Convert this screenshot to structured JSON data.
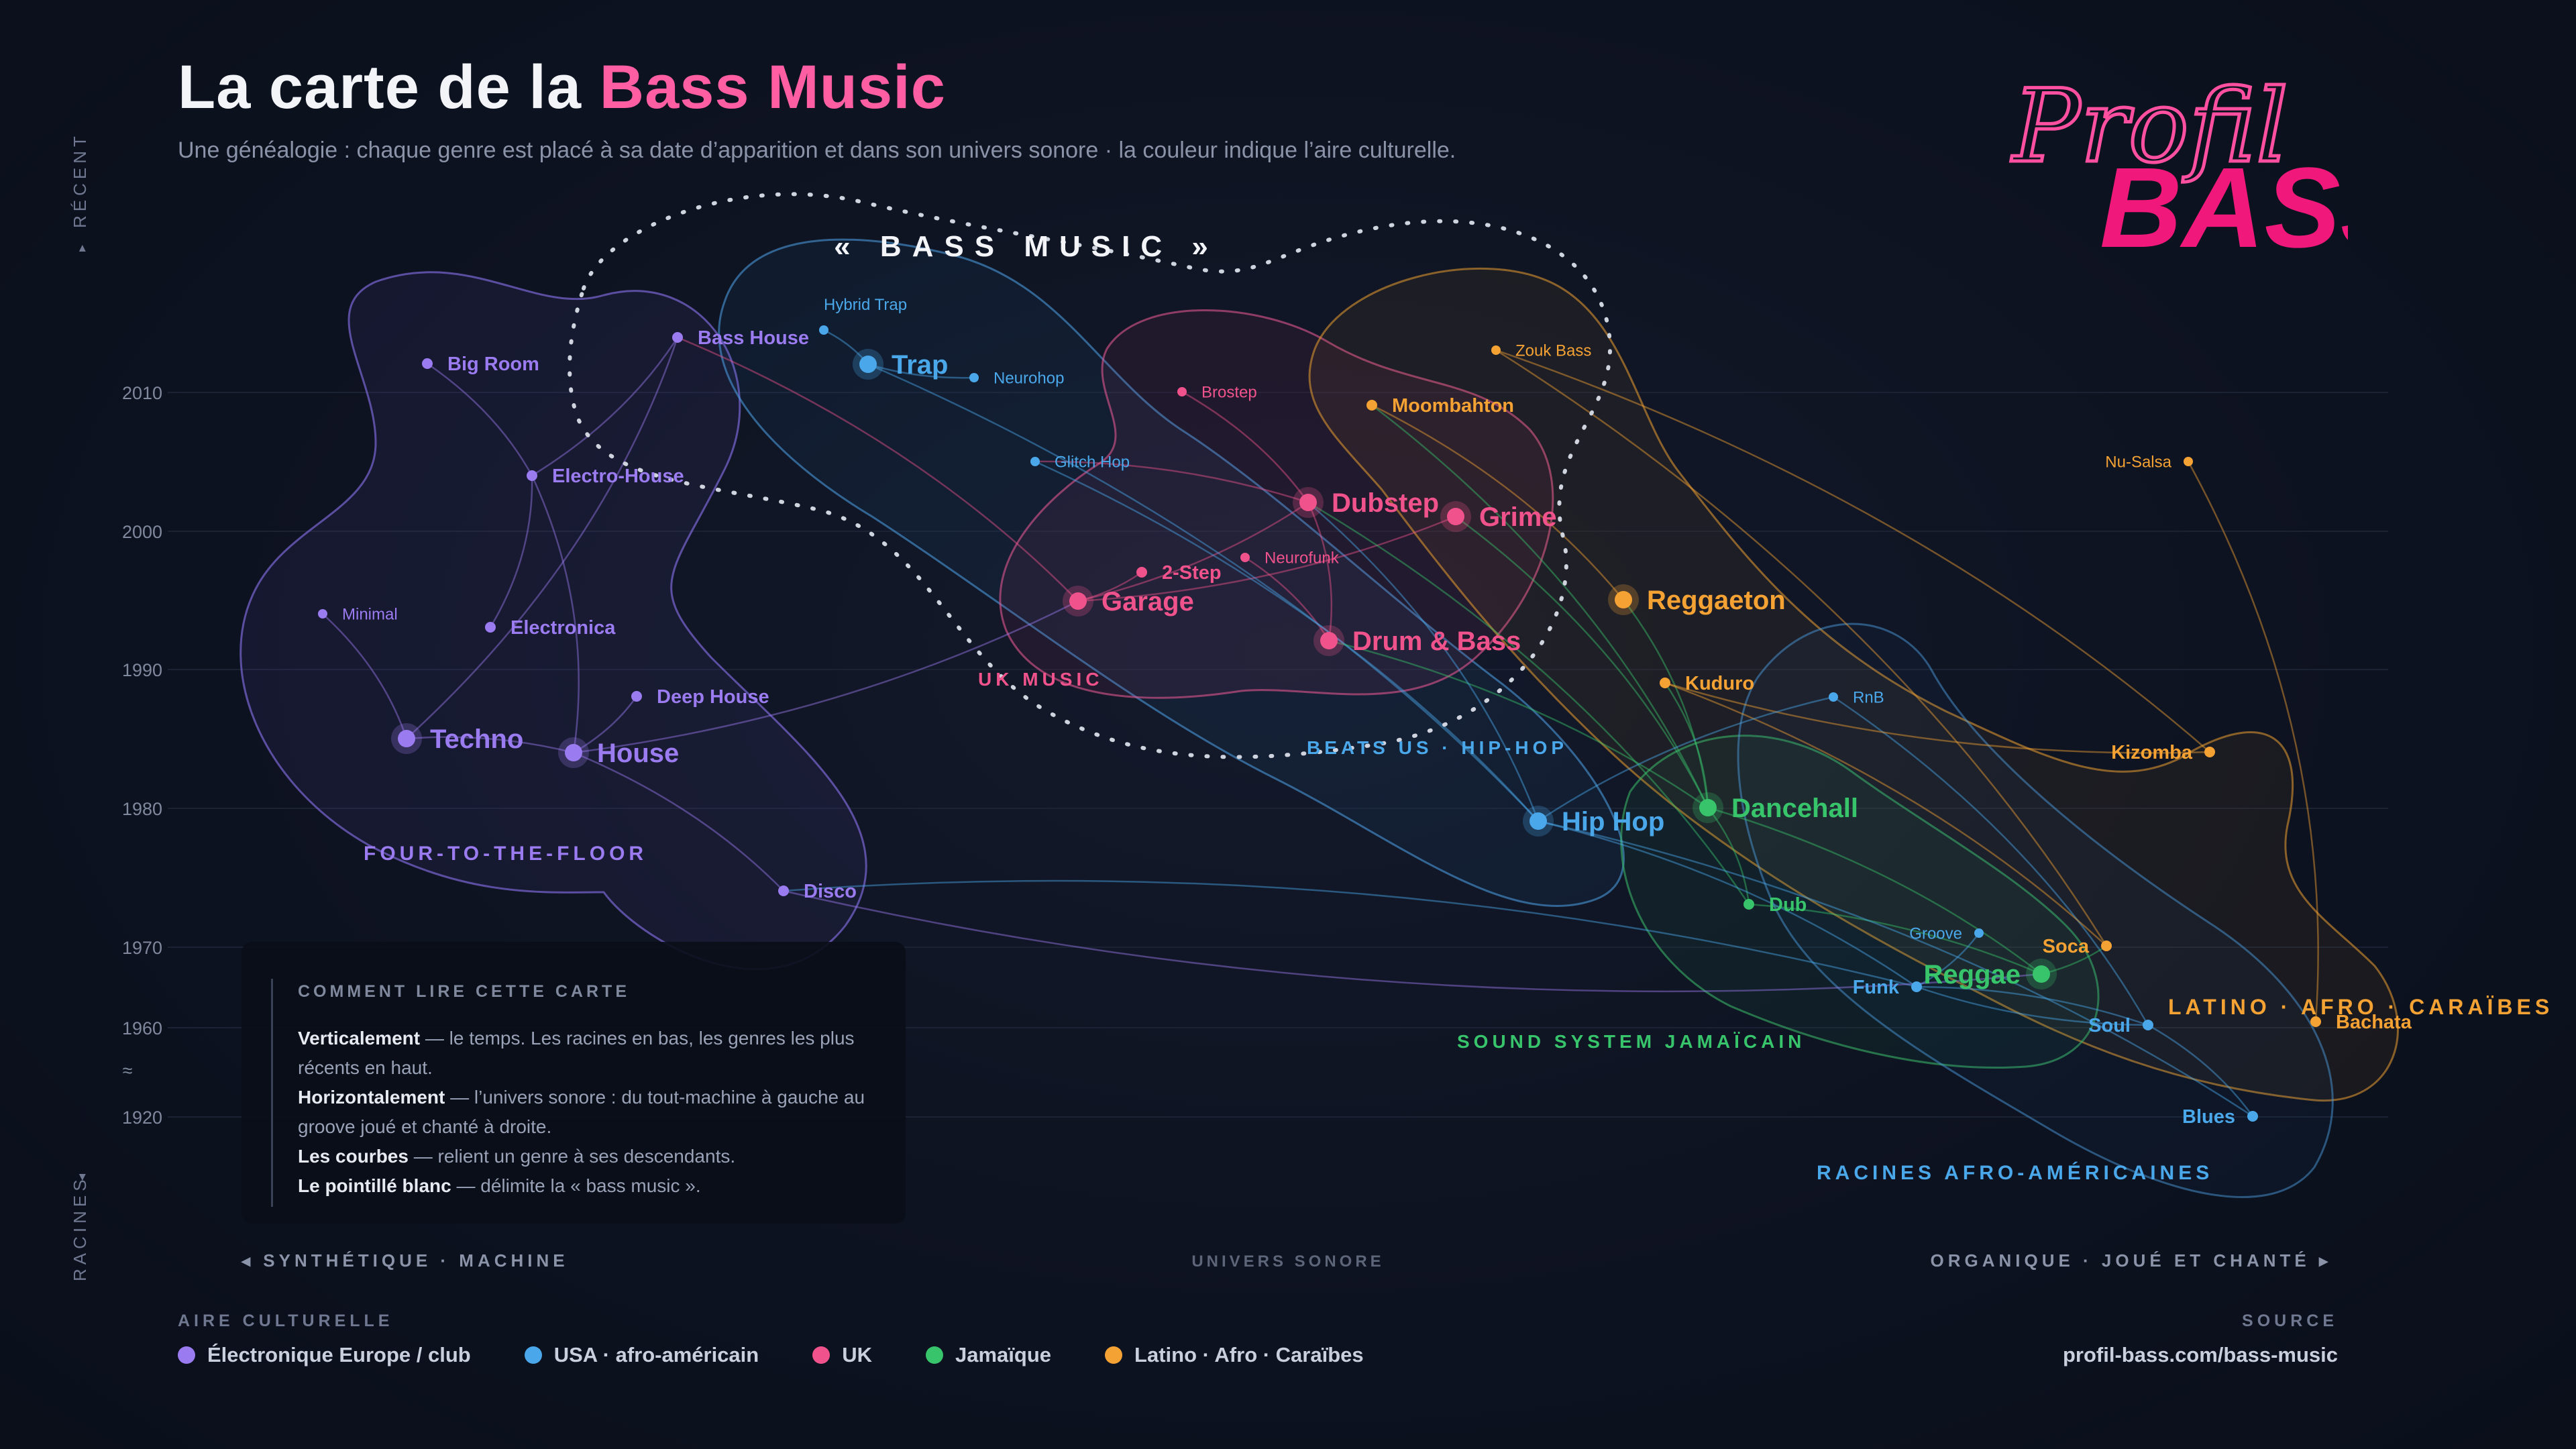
{
  "header": {
    "title_main": "La carte de la ",
    "title_accent": "Bass Music",
    "subtitle": "Une généalogie : chaque genre est placé à sa date d’apparition et dans son univers sonore · la couleur indique l’aire culturelle."
  },
  "logo": {
    "line1": "Profil",
    "line2": "BASS"
  },
  "colors": {
    "electro": "#9b7bf0",
    "usa": "#4aa8ea",
    "uk": "#f0538c",
    "jamaica": "#37c46b",
    "latino": "#f5a234",
    "bass_boundary": "#cfd4de",
    "background": "#0d1220"
  },
  "y_axis": {
    "top_label": "RÉCENT",
    "bottom_label": "RACINES",
    "ticks": [
      "2010",
      "2000",
      "1990",
      "1980",
      "1970",
      "1960",
      "≈",
      "1920"
    ]
  },
  "x_axis": {
    "left_label": "◂ SYNTHÉTIQUE · MACHINE",
    "center_label": "UNIVERS SONORE",
    "right_label": "ORGANIQUE · JOUÉ ET CHANTÉ ▸"
  },
  "bass_music_label": "« BASS MUSIC »",
  "regions": {
    "four_to_the_floor": "FOUR-TO-THE-FLOOR",
    "uk_music": "UK MUSIC",
    "beats_us": "BEATS US · HIP-HOP",
    "sound_system": "SOUND SYSTEM JAMAÏCAIN",
    "latino_afro": "LATINO · AFRO · CARAÏBES",
    "racines": "RACINES AFRO-AMÉRICAINES"
  },
  "genres": [
    {
      "name": "Big Room",
      "area": "electro",
      "size": "m"
    },
    {
      "name": "Bass House",
      "area": "electro",
      "size": "m"
    },
    {
      "name": "Electro-House",
      "area": "electro",
      "size": "m"
    },
    {
      "name": "Minimal",
      "area": "electro",
      "size": "s"
    },
    {
      "name": "Electronica",
      "area": "electro",
      "size": "m"
    },
    {
      "name": "Deep House",
      "area": "electro",
      "size": "m"
    },
    {
      "name": "Techno",
      "area": "electro",
      "size": "l"
    },
    {
      "name": "House",
      "area": "electro",
      "size": "l"
    },
    {
      "name": "Disco",
      "area": "electro",
      "size": "m"
    },
    {
      "name": "Hybrid Trap",
      "area": "usa",
      "size": "s"
    },
    {
      "name": "Trap",
      "area": "usa",
      "size": "l"
    },
    {
      "name": "Neurohop",
      "area": "usa",
      "size": "s"
    },
    {
      "name": "Glitch Hop",
      "area": "usa",
      "size": "s"
    },
    {
      "name": "Hip Hop",
      "area": "usa",
      "size": "l"
    },
    {
      "name": "RnB",
      "area": "usa",
      "size": "s"
    },
    {
      "name": "Groove",
      "area": "usa",
      "size": "s"
    },
    {
      "name": "Funk",
      "area": "usa",
      "size": "m"
    },
    {
      "name": "Soul",
      "area": "usa",
      "size": "m"
    },
    {
      "name": "Blues",
      "area": "usa",
      "size": "m"
    },
    {
      "name": "Brostep",
      "area": "uk",
      "size": "s"
    },
    {
      "name": "Dubstep",
      "area": "uk",
      "size": "l"
    },
    {
      "name": "Grime",
      "area": "uk",
      "size": "l"
    },
    {
      "name": "Neurofunk",
      "area": "uk",
      "size": "s"
    },
    {
      "name": "2-Step",
      "area": "uk",
      "size": "m"
    },
    {
      "name": "Garage",
      "area": "uk",
      "size": "l"
    },
    {
      "name": "Drum & Bass",
      "area": "uk",
      "size": "l"
    },
    {
      "name": "Dancehall",
      "area": "jamaica",
      "size": "l"
    },
    {
      "name": "Dub",
      "area": "jamaica",
      "size": "m"
    },
    {
      "name": "Reggae",
      "area": "jamaica",
      "size": "l"
    },
    {
      "name": "Zouk Bass",
      "area": "latino",
      "size": "s"
    },
    {
      "name": "Moombahton",
      "area": "latino",
      "size": "m"
    },
    {
      "name": "Reggaeton",
      "area": "latino",
      "size": "l"
    },
    {
      "name": "Kuduro",
      "area": "latino",
      "size": "m"
    },
    {
      "name": "Nu-Salsa",
      "area": "latino",
      "size": "s"
    },
    {
      "name": "Kizomba",
      "area": "latino",
      "size": "m"
    },
    {
      "name": "Soca",
      "area": "latino",
      "size": "m"
    },
    {
      "name": "Bachata",
      "area": "latino",
      "size": "m"
    }
  ],
  "links": [
    [
      "Disco",
      "House"
    ],
    [
      "House",
      "Techno"
    ],
    [
      "House",
      "Deep House"
    ],
    [
      "House",
      "Electro-House"
    ],
    [
      "Techno",
      "Minimal"
    ],
    [
      "Electro-House",
      "Big Room"
    ],
    [
      "Electro-House",
      "Bass House"
    ],
    [
      "Garage",
      "Bass House"
    ],
    [
      "Garage",
      "2-Step"
    ],
    [
      "Garage",
      "Dubstep"
    ],
    [
      "Garage",
      "Grime"
    ],
    [
      "Dubstep",
      "Brostep"
    ],
    [
      "Dubstep",
      "Glitch Hop"
    ],
    [
      "Drum & Bass",
      "Neurofunk"
    ],
    [
      "Drum & Bass",
      "Dubstep"
    ],
    [
      "Hip Hop",
      "Trap"
    ],
    [
      "Hip Hop",
      "Glitch Hop"
    ],
    [
      "Trap",
      "Hybrid Trap"
    ],
    [
      "Trap",
      "Neurohop"
    ],
    [
      "Dancehall",
      "Moombahton"
    ],
    [
      "Dancehall",
      "Reggaeton"
    ],
    [
      "Dancehall",
      "Grime"
    ],
    [
      "Dancehall",
      "Drum & Bass"
    ],
    [
      "Dancehall",
      "Kuduro"
    ],
    [
      "Dub",
      "Dancehall"
    ],
    [
      "Dub",
      "Dubstep"
    ],
    [
      "Reggae",
      "Dub"
    ],
    [
      "Reggae",
      "Dancehall"
    ],
    [
      "Funk",
      "Hip Hop"
    ],
    [
      "Funk",
      "Disco"
    ],
    [
      "Funk",
      "Groove"
    ],
    [
      "Soul",
      "Funk"
    ],
    [
      "Soul",
      "RnB"
    ],
    [
      "Blues",
      "Soul"
    ],
    [
      "Soca",
      "Zouk Bass"
    ],
    [
      "Soca",
      "Kuduro"
    ],
    [
      "Bachata",
      "Nu-Salsa"
    ],
    [
      "Kizomba",
      "Zouk Bass"
    ],
    [
      "Reggaeton",
      "Moombahton"
    ],
    [
      "Techno",
      "Bass House"
    ],
    [
      "House",
      "Garage"
    ],
    [
      "Hip Hop",
      "Dubstep"
    ],
    [
      "Funk",
      "Soul"
    ],
    [
      "Reggae",
      "Soca"
    ],
    [
      "Kuduro",
      "Kizomba"
    ],
    [
      "Blues",
      "Hip Hop"
    ],
    [
      "RnB",
      "Hip Hop"
    ],
    [
      "Disco",
      "Reggae"
    ],
    [
      "Electronica",
      "Electro-House"
    ]
  ],
  "howto": {
    "title": "COMMENT LIRE CETTE CARTE",
    "items": [
      {
        "term": "Verticalement",
        "text": " — le temps. Les racines en bas, les genres les plus récents en haut."
      },
      {
        "term": "Horizontalement",
        "text": " — l’univers sonore : du tout-machine à gauche au groove joué et chanté à droite."
      },
      {
        "term": "Les courbes",
        "text": " — relient un genre à ses descendants."
      },
      {
        "term": "Le pointillé blanc",
        "text": " — délimite la « bass music »."
      }
    ]
  },
  "legend": {
    "title": "AIRE CULTURELLE",
    "items": [
      {
        "label": "Électronique Europe / club",
        "color": "#9b7bf0"
      },
      {
        "label": "USA · afro-américain",
        "color": "#4aa8ea"
      },
      {
        "label": "UK",
        "color": "#f0538c"
      },
      {
        "label": "Jamaïque",
        "color": "#37c46b"
      },
      {
        "label": "Latino · Afro · Caraïbes",
        "color": "#f5a234"
      }
    ]
  },
  "source": {
    "title": "SOURCE",
    "value": "profil-bass.com/bass-music"
  }
}
